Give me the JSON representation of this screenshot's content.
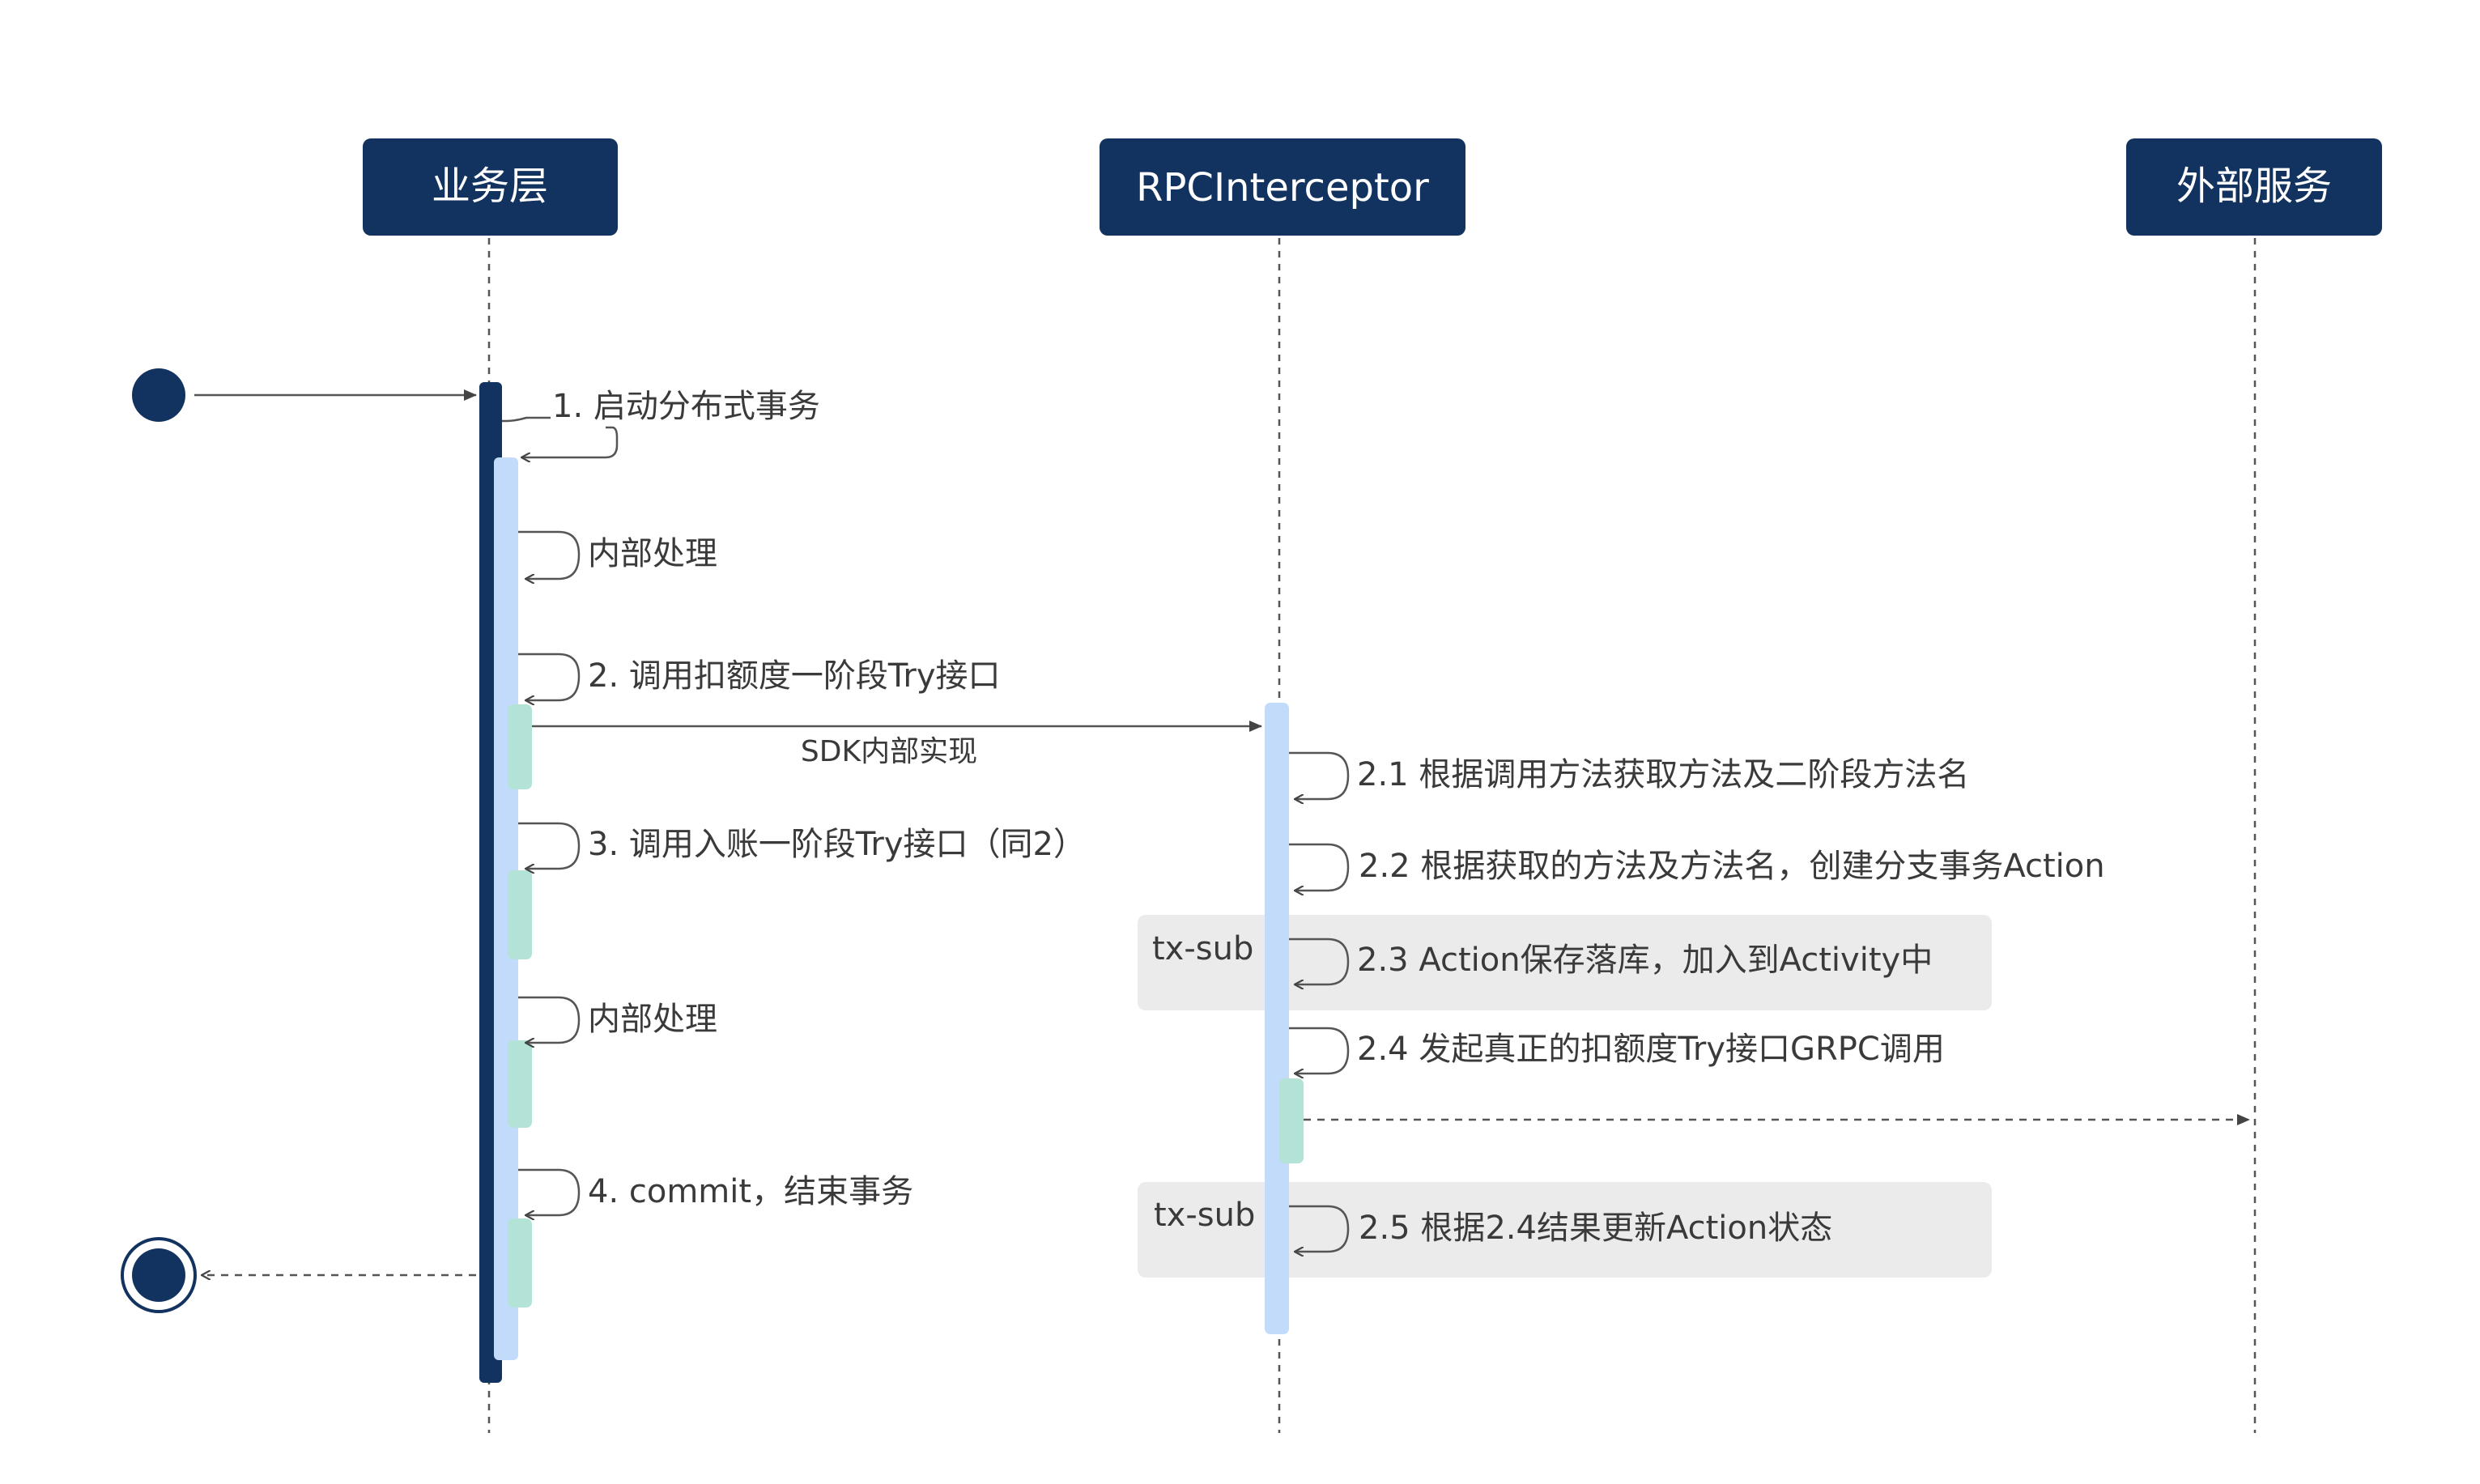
{
  "participants": [
    {
      "id": "biz",
      "name": "业务层"
    },
    {
      "id": "rpc",
      "name": "RPCInterceptor"
    },
    {
      "id": "ext",
      "name": "外部服务"
    }
  ],
  "groups": [
    {
      "label": "tx-sub"
    },
    {
      "label": "tx-sub"
    }
  ],
  "messages": [
    {
      "id": "m1",
      "label": "1. 启动分布式事务"
    },
    {
      "id": "m_internal_1",
      "label": "内部处理"
    },
    {
      "id": "m2",
      "label": "2. 调用扣额度一阶段Try接口"
    },
    {
      "id": "m_sdk",
      "label": "SDK内部实现"
    },
    {
      "id": "m2_1",
      "label": "2.1 根据调用方法获取方法及二阶段方法名"
    },
    {
      "id": "m2_2",
      "label": "2.2 根据获取的方法及方法名，创建分支事务Action"
    },
    {
      "id": "m3",
      "label": "3. 调用入账一阶段Try接口（同2）"
    },
    {
      "id": "m2_3",
      "label": "2.3 Action保存落库，加入到Activity中"
    },
    {
      "id": "m_internal_2",
      "label": "内部处理"
    },
    {
      "id": "m2_4",
      "label": "2.4 发起真正的扣额度Try接口GRPC调用"
    },
    {
      "id": "m4",
      "label": "4. commit，结束事务"
    },
    {
      "id": "m2_5",
      "label": "2.5 根据2.4结果更新Action状态"
    }
  ],
  "colors": {
    "header_bg": "#12325f",
    "header_text": "#ffffff",
    "outer_activation": "#12325f",
    "inner_activation": "#c3dbfb",
    "call_activation": "#b3e3d6",
    "group_bg": "#ebebec",
    "line": "#555555"
  }
}
